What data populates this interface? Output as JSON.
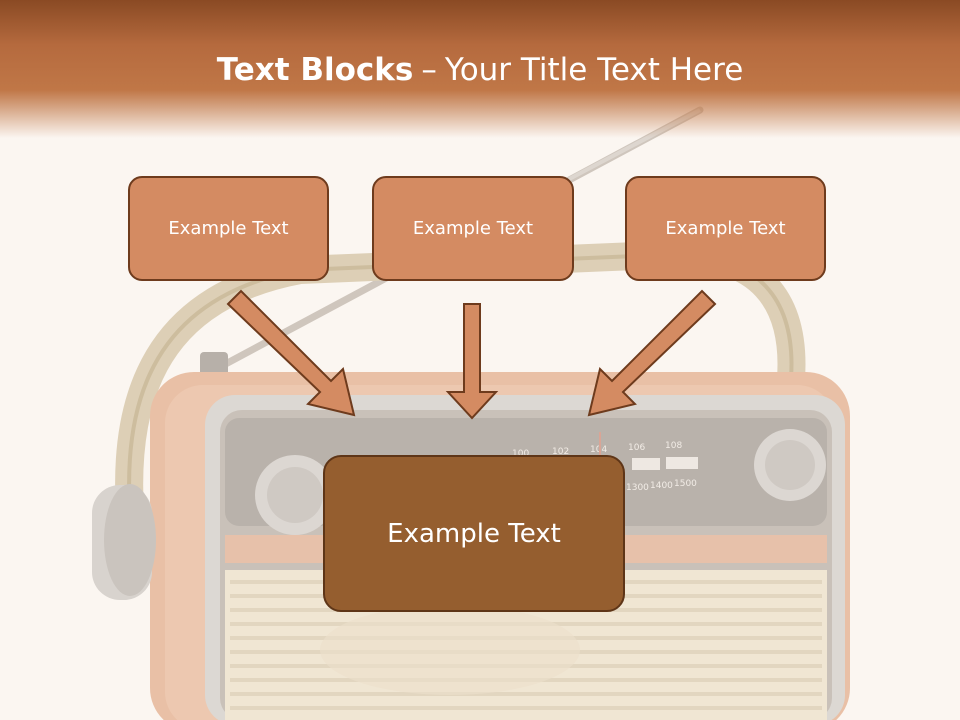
{
  "slide": {
    "title_bold": "Text Blocks",
    "title_separator": "–",
    "title_rest": "Your Title Text Here"
  },
  "blocks": {
    "top_left": "Example Text",
    "top_center": "Example Text",
    "top_right": "Example Text",
    "main": "Example Text"
  },
  "radio_dial": {
    "fm_labels": [
      "100",
      "102",
      "104",
      "106",
      "108"
    ],
    "am_labels": [
      "1300",
      "1400",
      "1500"
    ]
  },
  "colors": {
    "header": "#b56a3e",
    "small_box_fill": "#d48b62",
    "main_box_fill": "#955e2f",
    "arrow_fill": "#d48b62",
    "arrow_stroke": "#6e3b1d"
  }
}
